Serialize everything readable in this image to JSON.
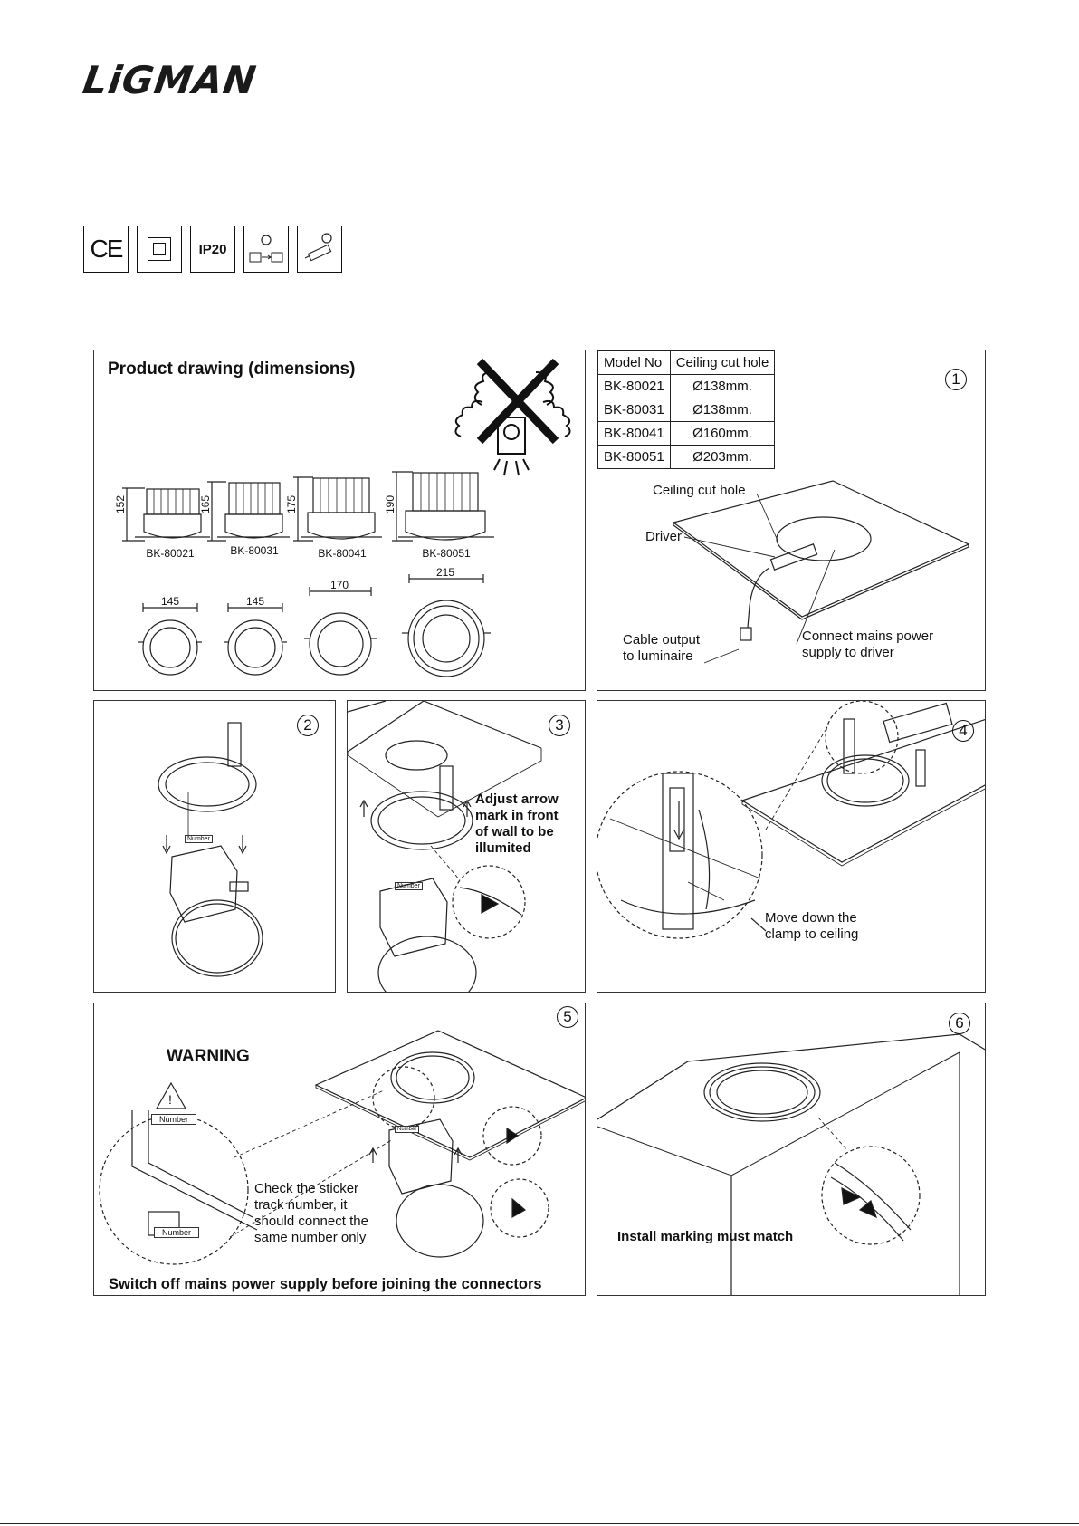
{
  "brand": {
    "logo_text": "LiGMAN"
  },
  "certifications": [
    {
      "icon": "ce-mark-icon",
      "label": "CE"
    },
    {
      "icon": "class-ii-insulation-icon",
      "label": ""
    },
    {
      "icon": "ip-rating-icon",
      "label": "IP20"
    },
    {
      "icon": "remote-driver-icon",
      "label": ""
    },
    {
      "icon": "driver-icon",
      "label": ""
    }
  ],
  "panel1": {
    "title": "Product drawing (dimensions)",
    "models": [
      {
        "name": "BK-80021",
        "height": "152",
        "width": "145"
      },
      {
        "name": "BK-80031",
        "height": "165",
        "width": "145"
      },
      {
        "name": "BK-80041",
        "height": "175",
        "width": "170"
      },
      {
        "name": "BK-80051",
        "height": "190",
        "width": "215"
      }
    ]
  },
  "panel_step1": {
    "number": "1",
    "table": {
      "headers": [
        "Model No",
        "Ceiling cut hole"
      ],
      "rows": [
        [
          "BK-80021",
          "Ø138mm."
        ],
        [
          "BK-80031",
          "Ø138mm."
        ],
        [
          "BK-80041",
          "Ø160mm."
        ],
        [
          "BK-80051",
          "Ø203mm."
        ]
      ]
    },
    "labels": {
      "ceiling_cut_hole": "Ceiling cut hole",
      "driver": "Driver",
      "cable_output_1": "Cable output",
      "cable_output_2": "to luminaire",
      "connect_mains_1": "Connect mains power",
      "connect_mains_2": "supply to driver"
    }
  },
  "panel_step2": {
    "number": "2",
    "sticker": "Number"
  },
  "panel_step3": {
    "number": "3",
    "sticker": "Number",
    "note": [
      "Adjust arrow",
      "mark in front",
      "of wall to be",
      "illumited"
    ]
  },
  "panel_step4": {
    "number": "4",
    "note": [
      "Move down the",
      "clamp to ceiling"
    ]
  },
  "panel_step5": {
    "number": "5",
    "warning": "WARNING",
    "sticker": "Number",
    "check": [
      "Check the sticker",
      "track number, it",
      "should connect the",
      "same number only"
    ],
    "footer": "Switch off mains power supply before joining the connectors"
  },
  "panel_step6": {
    "number": "6",
    "note": "Install marking must match"
  }
}
